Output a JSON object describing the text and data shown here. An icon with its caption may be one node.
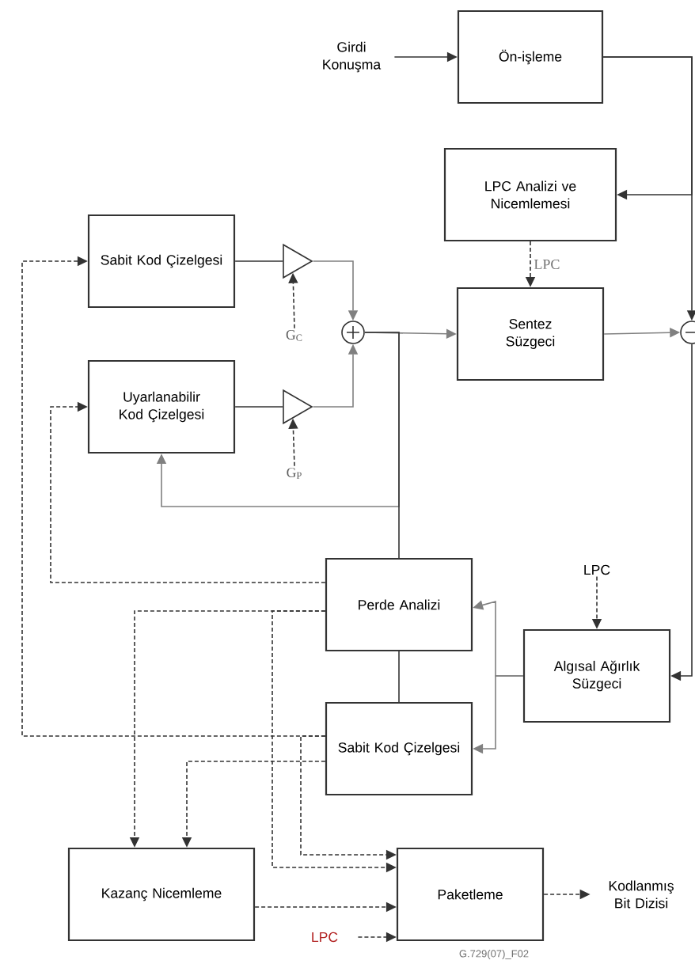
{
  "diagram": {
    "nodes": [
      {
        "text": [
          "Girdi Konuşma"
        ]
      },
      {
        "text": [
          "Ön-işleme"
        ]
      },
      {
        "text": [
          "LPC Analizi ve Nicemlemesi"
        ]
      },
      {
        "text": [
          "Sentez Süzgeci"
        ]
      },
      {
        "text": [
          "Sabit Kod Çizelgesi"
        ]
      },
      {
        "text": [
          "Uyarlanabilir Kod Çizelgesi"
        ]
      },
      {
        "text": [],
        "shape": "triangle"
      },
      {
        "text": [],
        "shape": "triangle"
      },
      {
        "text": [],
        "shape": "circle"
      },
      {
        "text": [],
        "shape": "circle"
      },
      {
        "text": [
          "G$_{C}$"
        ]
      },
      {
        "text": [
          "G$_{P}$"
        ]
      },
      {
        "text": [
          "Perde Analizi"
        ]
      },
      {
        "text": [
          "LPC"
        ]
      },
      {
        "text": [
          "Algısal Ağırlık Süzgeci"
        ]
      },
      {
        "text": [
          "Sabit Kod Çizelgesi"
        ]
      },
      {
        "text": [
          "Kazanç Nicemleme"
        ]
      },
      {
        "text": [
          "Paketleme"
        ]
      },
      {
        "text": [
          "LPC"
        ]
      },
      {
        "text": [
          "Kodlanmış Bit Dizisi"
        ]
      }
    ],
    "edges": [
      {
        "from": 0,
        "to": 1,
        "arrow": "to"
      },
      {
        "from": 1,
        "to": 2,
        "arrow": "to"
      },
      {
        "from": 1,
        "to": 9,
        "arrow": "to"
      },
      {
        "from": 9,
        "to": 14,
        "arrow": "to"
      },
      {
        "from": 2,
        "to": 3,
        "arrow": "to",
        "style": "dashed",
        "label": "LPC"
      },
      {
        "from": 3,
        "to": 9,
        "arrow": "to",
        "color": "#808080"
      },
      {
        "from": 4,
        "to": 6,
        "arrow": "none"
      },
      {
        "from": 6,
        "to": 8,
        "arrow": "to",
        "color": "#808080"
      },
      {
        "from": 5,
        "to": 7,
        "arrow": "none"
      },
      {
        "from": 7,
        "to": 8,
        "arrow": "to",
        "color": "#808080"
      },
      {
        "from": 10,
        "to": 6,
        "arrow": "to",
        "style": "dashed"
      },
      {
        "from": 11,
        "to": 7,
        "arrow": "to",
        "style": "dashed"
      },
      {
        "from": 8,
        "to": 3,
        "arrow": "to",
        "color": "#808080"
      },
      {
        "from": 8,
        "to": 5,
        "arrow": "to",
        "color": "#808080"
      },
      {
        "from": 8,
        "to": 12,
        "arrow": "none"
      },
      {
        "from": 12,
        "to": 15,
        "arrow": "none"
      },
      {
        "from": 13,
        "to": 14,
        "arrow": "to",
        "style": "dashed"
      },
      {
        "from": 14,
        "to": 12,
        "arrow": "to",
        "color": "#808080"
      },
      {
        "from": 14,
        "to": 15,
        "arrow": "to",
        "color": "#808080"
      },
      {
        "from": 12,
        "to": 5,
        "arrow": "to",
        "style": "dashed"
      },
      {
        "from": 12,
        "to": 16,
        "arrow": "to",
        "style": "dashed"
      },
      {
        "from": 12,
        "to": 17,
        "arrow": "to",
        "style": "dashed"
      },
      {
        "from": 15,
        "to": 4,
        "arrow": "to",
        "style": "dashed"
      },
      {
        "from": 15,
        "to": 17,
        "arrow": "to",
        "style": "dashed"
      },
      {
        "from": 15,
        "to": 16,
        "arrow": "to",
        "style": "dashed"
      },
      {
        "from": 16,
        "to": 17,
        "arrow": "to",
        "style": "dashed"
      },
      {
        "from": 18,
        "to": 17,
        "arrow": "to",
        "style": "dashed"
      },
      {
        "from": 17,
        "to": 19,
        "arrow": "to",
        "style": "dashed"
      }
    ],
    "labels": [
      "G.729(07)_F02"
    ]
  }
}
